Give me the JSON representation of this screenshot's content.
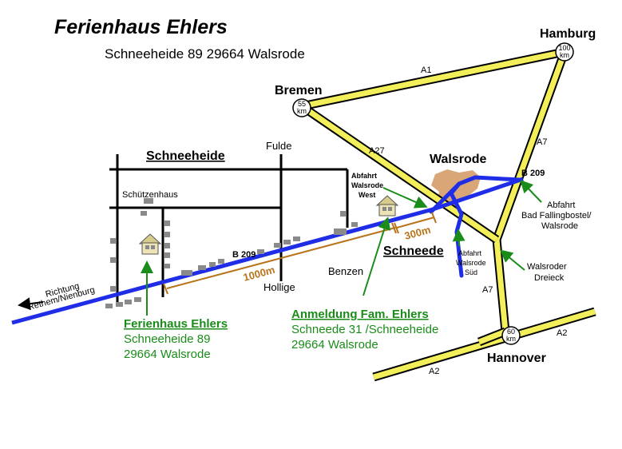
{
  "title": "Ferienhaus Ehlers",
  "subtitle": "Schneeheide 89   29664 Walsrode",
  "cities": {
    "hamburg": "Hamburg",
    "bremen": "Bremen",
    "walsrode": "Walsrode",
    "hannover": "Hannover"
  },
  "distance_markers": {
    "hamburg": [
      "100",
      "km"
    ],
    "bremen": [
      "55",
      "km"
    ],
    "hannover": [
      "60",
      "km"
    ]
  },
  "roads": {
    "a1": "A1",
    "a7_upper": "A7",
    "a7_lower": "A7",
    "a27": "A27",
    "a2_left": "A2",
    "a2_right": "A2",
    "b209_left": "B 209",
    "b209_right": "B 209"
  },
  "places": {
    "schneeheide": "Schneeheide",
    "schuetzenhaus": "Schützenhaus",
    "fulde": "Fulde",
    "hollige": "Hollige",
    "benzen": "Benzen",
    "schneede": "Schneede"
  },
  "exits": {
    "walsrode_west": [
      "Abfahrt",
      "Walsrode",
      "West"
    ],
    "walsrode_sued": [
      "Abfahrt",
      "Walsrode",
      "Süd"
    ],
    "bad_fallingbostel": [
      "Abfahrt",
      "Bad Fallingbostel/",
      "Walsrode"
    ],
    "walsroder_dreieck": [
      "Walsroder",
      "Dreieck"
    ]
  },
  "direction": [
    "Richtung",
    "Rethem/Nienburg"
  ],
  "distances": {
    "d1000": "1000m",
    "d300": "300m"
  },
  "ferienhaus_info": {
    "heading": "Ferienhaus Ehlers",
    "line1": "Schneeheide 89",
    "line2": "29664 Walsrode"
  },
  "anmeldung_info": {
    "heading": "Anmeldung Fam. Ehlers",
    "line1": "Schneede 31 /Schneeheide",
    "line2": "29664 Walsrode"
  },
  "colors": {
    "motorway": "#f2ef5a",
    "federal_road": "#1f2ee6",
    "river": "#1f2ee6",
    "town": "#d9a677",
    "annotation_green": "#1a8c1a",
    "distance_brown": "#b8741a",
    "building": "#8a8a8a"
  },
  "icons": [
    "house-icon",
    "house-icon",
    "arrow-left-icon"
  ]
}
